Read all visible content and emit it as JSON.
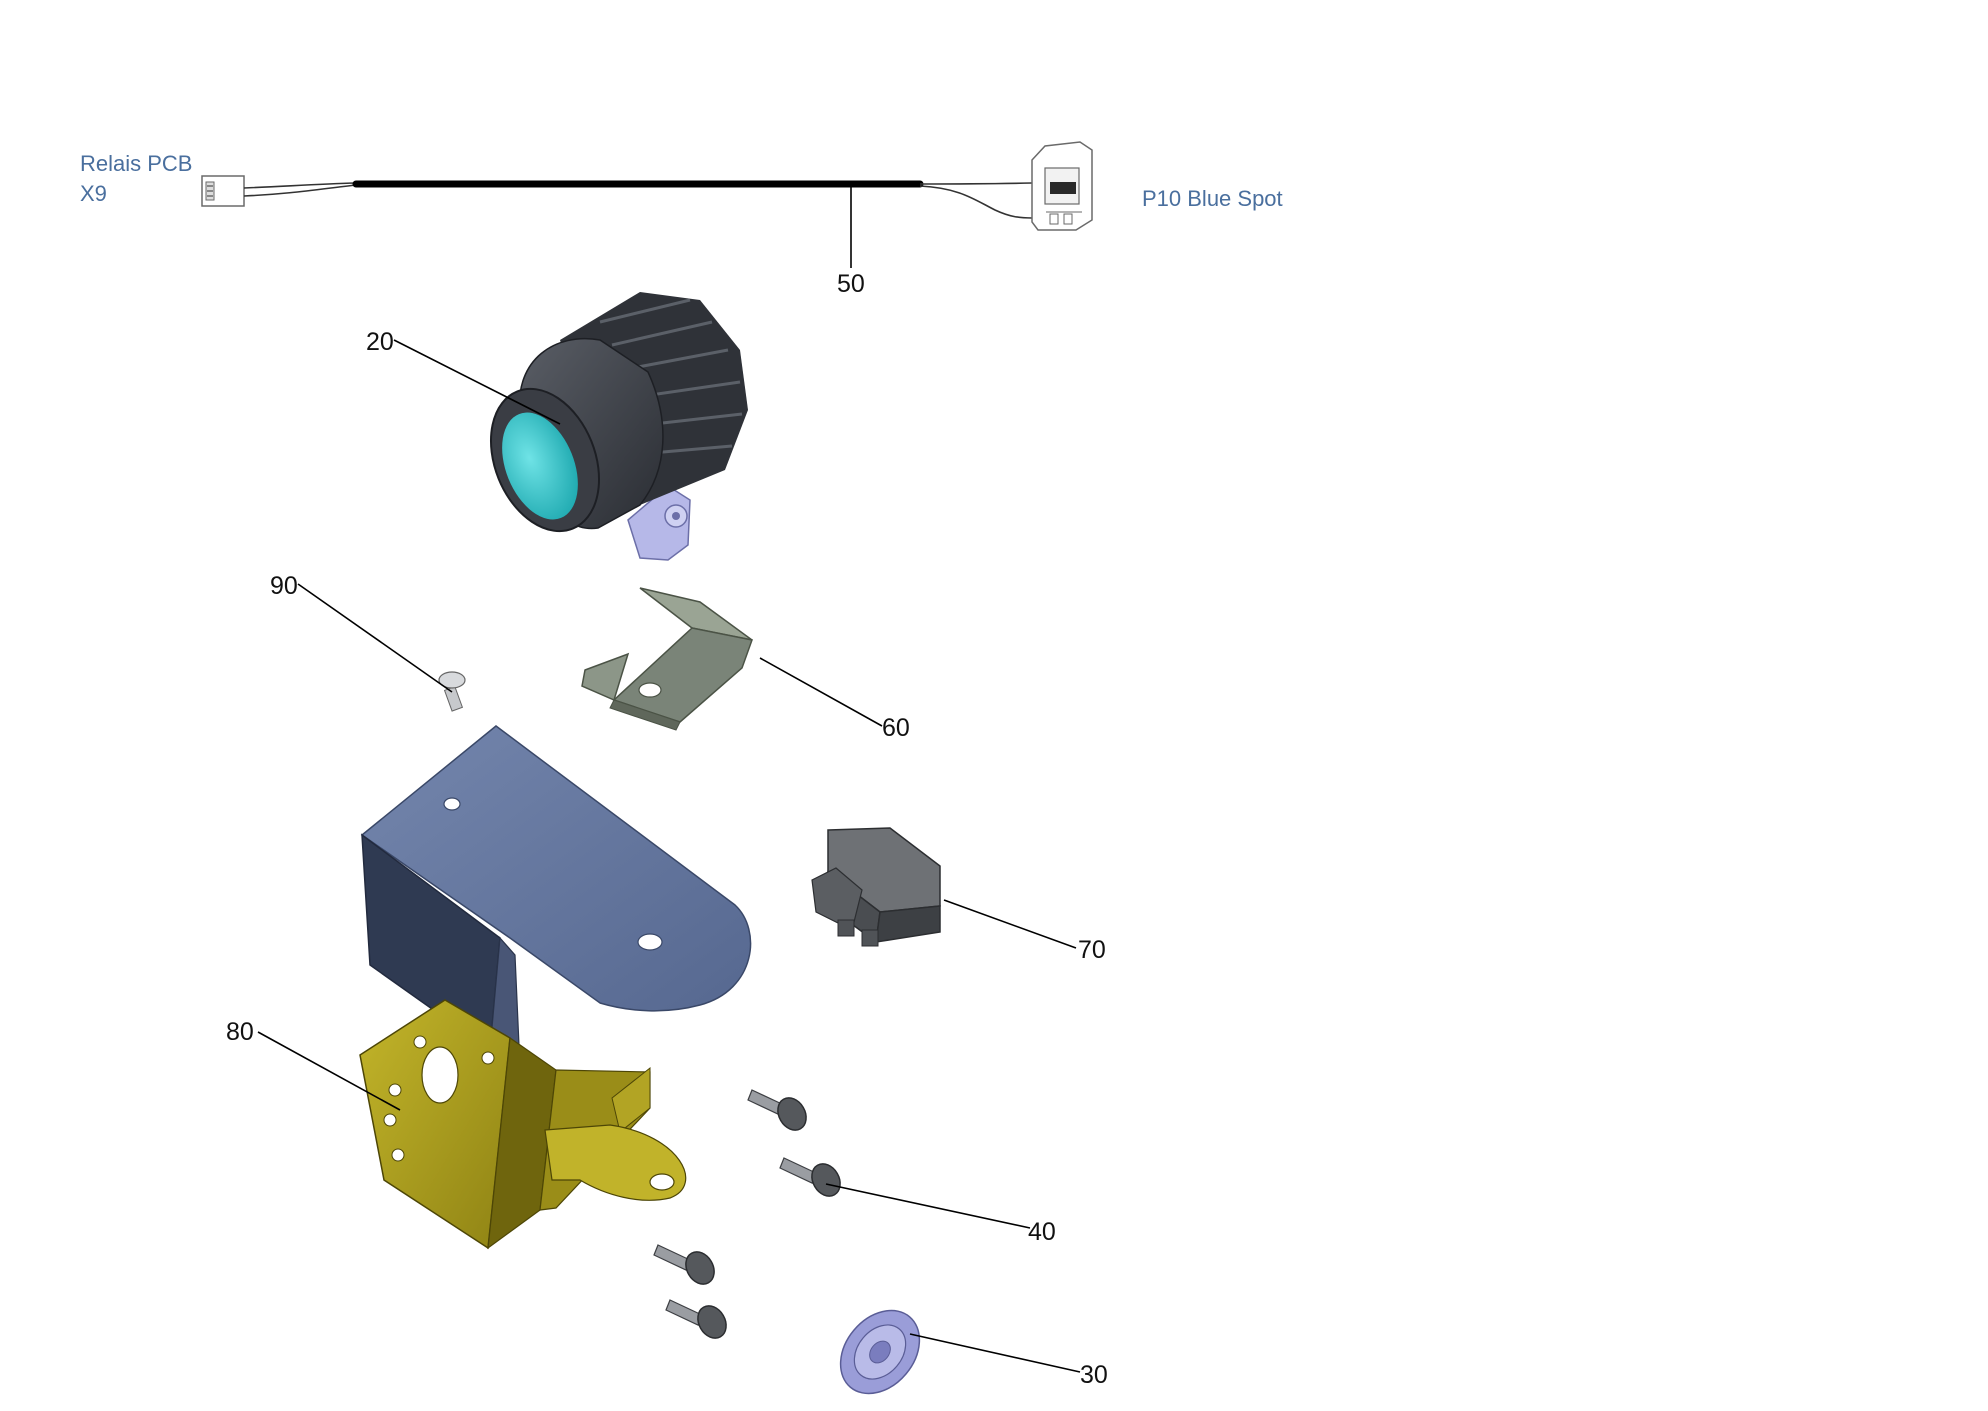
{
  "colors": {
    "connector_label": "#4a6f9e",
    "lamp_body": "#3f434a",
    "lens": "#2bc3c8",
    "plate_60": "#7a8478",
    "bracket_big": "#65779d",
    "bracket_yellow": "#aa9c1c",
    "relay": "#5c5f63",
    "grommet": "#9a9dd8",
    "screw": "#707378"
  },
  "connectors": {
    "left_line1": "Relais PCB",
    "left_line2": "X9",
    "right": "P10 Blue Spot"
  },
  "callouts": {
    "c50": "50",
    "c20": "20",
    "c90": "90",
    "c60": "60",
    "c70": "70",
    "c80": "80",
    "c40": "40",
    "c30": "30"
  },
  "icons": {
    "harness": "wire-harness-icon",
    "lamp": "spot-lamp-icon",
    "screw": "screw-icon",
    "plate": "mounting-plate-icon",
    "bracket": "bracket-icon",
    "relay": "relay-icon",
    "grommet": "grommet-icon"
  }
}
